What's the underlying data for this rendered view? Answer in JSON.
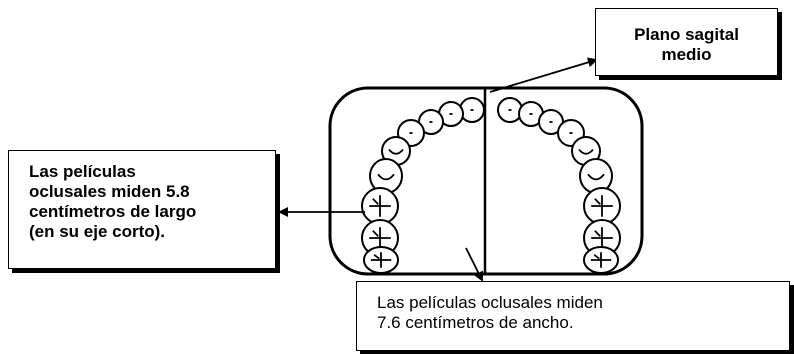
{
  "diagram": {
    "labels": {
      "sagital": [
        "Plano sagital",
        "medio"
      ],
      "largo": [
        "Las películas",
        "oclusales miden 5.8",
        "centímetros de largo",
        "(en su eje corto)."
      ],
      "ancho": [
        "Las películas oclusales miden",
        "7.6 centímetros de ancho."
      ]
    },
    "colors": {
      "ink": "#000000",
      "background": "#ffffff"
    }
  }
}
